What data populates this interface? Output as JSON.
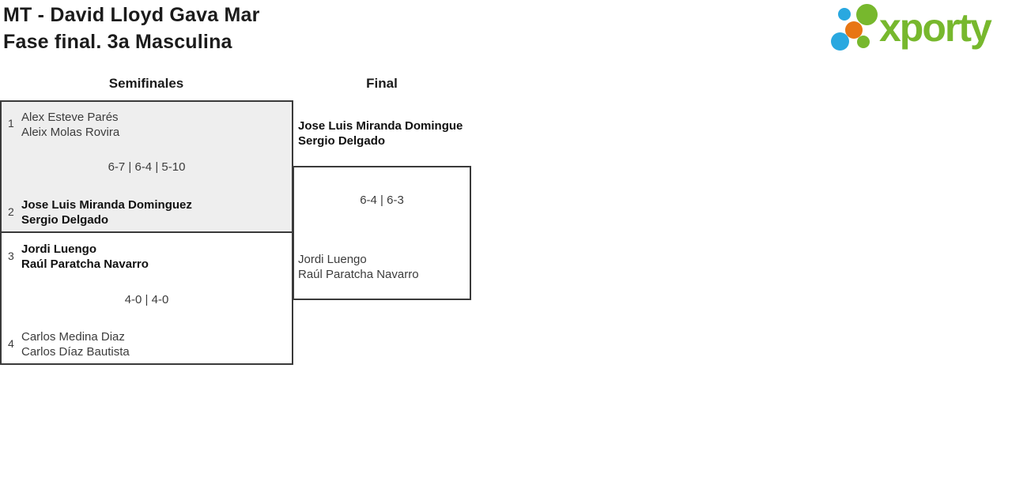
{
  "page": {
    "title_line1": "MT - David Lloyd Gava Mar",
    "title_line2": "Fase final. 3a Masculina"
  },
  "logo": {
    "text": "xporty",
    "colors": {
      "green": "#77b82d",
      "blue": "#29a8e0",
      "orange": "#e87613"
    }
  },
  "colors": {
    "box_fill_gray": "#eeeeee",
    "border": "#3a3a3a",
    "text_regular": "#3c3c3c",
    "text_winner": "#101010"
  },
  "rounds": {
    "semifinals": {
      "label": "Semifinales",
      "match1": {
        "seed_top": "1",
        "team_top": {
          "player1": "Alex Esteve Parés",
          "player2": "Aleix Molas Rovira"
        },
        "score": "6-7 | 6-4 | 5-10",
        "seed_bottom": "2",
        "team_bottom": {
          "player1": "Jose Luis Miranda Dominguez",
          "player2": "Sergio Delgado"
        }
      },
      "match2": {
        "seed_top": "3",
        "team_top": {
          "player1": "Jordi Luengo",
          "player2": "Raúl Paratcha Navarro"
        },
        "score": "4-0 | 4-0",
        "seed_bottom": "4",
        "team_bottom": {
          "player1": "Carlos Medina Diaz",
          "player2": "Carlos Díaz Bautista"
        }
      }
    },
    "final": {
      "label": "Final",
      "match": {
        "team_top": {
          "player1": "Jose Luis Miranda Domingue",
          "player2": "Sergio Delgado"
        },
        "score": "6-4 | 6-3",
        "team_bottom": {
          "player1": "Jordi Luengo",
          "player2": "Raúl Paratcha Navarro"
        }
      }
    }
  }
}
